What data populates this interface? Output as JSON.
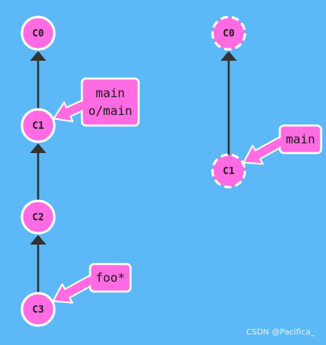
{
  "colors": {
    "background": "#5cb8f6",
    "commit_fill": "#ff6be2",
    "commit_stroke": "#ffffff",
    "branch_fill": "#ff6be2",
    "branch_stroke": "#ffffff",
    "edge": "#333333",
    "text": "#1a1a1a"
  },
  "left_graph": {
    "commits": [
      {
        "id": "C0",
        "label": "C0",
        "style": "solid"
      },
      {
        "id": "C1",
        "label": "C1",
        "style": "solid"
      },
      {
        "id": "C2",
        "label": "C2",
        "style": "solid"
      },
      {
        "id": "C3",
        "label": "C3",
        "style": "solid"
      }
    ],
    "edges": [
      {
        "from": "C1",
        "to": "C0"
      },
      {
        "from": "C2",
        "to": "C1"
      },
      {
        "from": "C3",
        "to": "C2"
      }
    ],
    "branches": [
      {
        "target": "C1",
        "lines": [
          "main",
          "o/main"
        ]
      },
      {
        "target": "C3",
        "lines": [
          "foo*"
        ]
      }
    ]
  },
  "right_graph": {
    "commits": [
      {
        "id": "C0",
        "label": "C0",
        "style": "dashed"
      },
      {
        "id": "C1",
        "label": "C1",
        "style": "dashed"
      }
    ],
    "edges": [
      {
        "from": "C1",
        "to": "C0"
      }
    ],
    "branches": [
      {
        "target": "C1",
        "lines": [
          "main"
        ]
      }
    ]
  },
  "watermark": "CSDN @Pacifica_"
}
